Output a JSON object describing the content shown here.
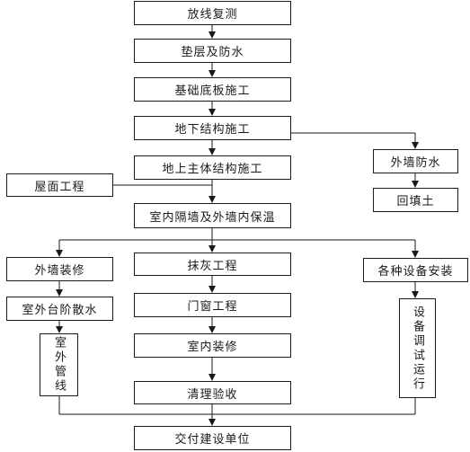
{
  "diagram": {
    "steps": {
      "survey": "放线复测",
      "cushion": "垫层及防水",
      "foundation": "基础底板施工",
      "basement": "地下结构施工",
      "superstructure": "地上主体结构施工",
      "roof": "屋面工程",
      "partition": "室内隔墙及外墙内保温",
      "ext_waterproof": "外墙防水",
      "backfill": "回填土",
      "ext_decoration": "外墙装修",
      "outdoor_steps": "室外台阶散水",
      "outdoor_pipes": "室外管线",
      "plastering": "抹灰工程",
      "doors_windows": "门窗工程",
      "interior": "室内装修",
      "cleanup": "清理验收",
      "equipment": "各种设备安装",
      "commissioning": "设备调试运行",
      "handover": "交付建设单位"
    }
  }
}
